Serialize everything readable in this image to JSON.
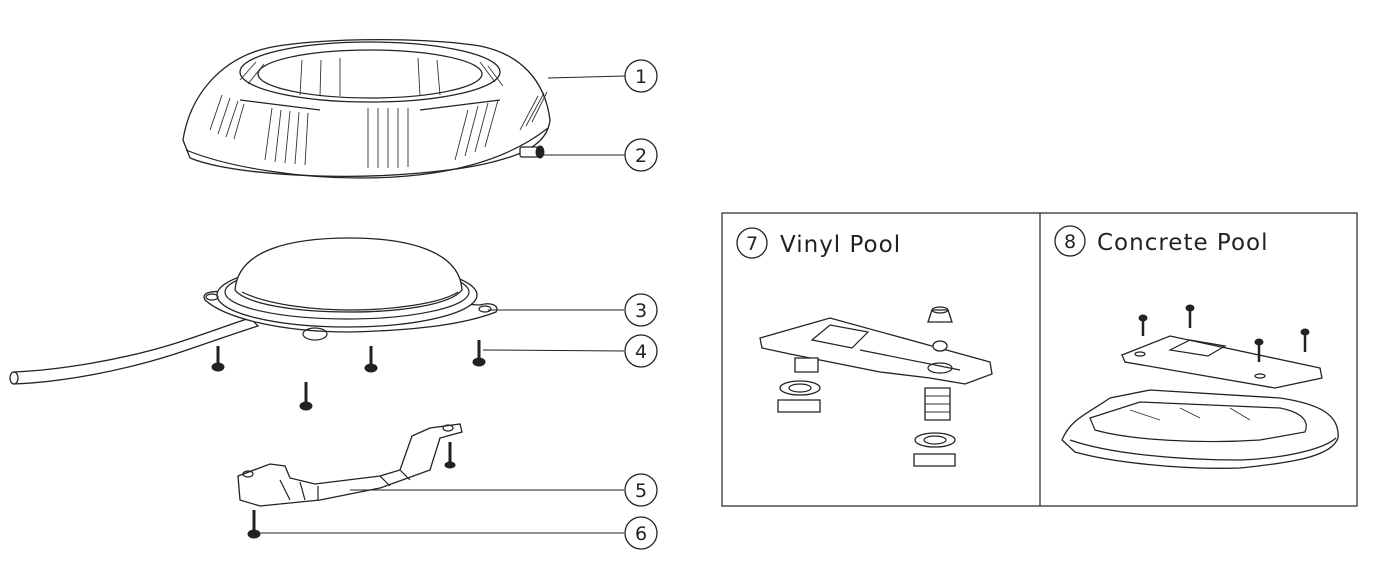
{
  "callouts": [
    {
      "id": "1",
      "part": "cover"
    },
    {
      "id": "2",
      "part": "cover-screw"
    },
    {
      "id": "3",
      "part": "lamp"
    },
    {
      "id": "4",
      "part": "lamp-screws"
    },
    {
      "id": "5",
      "part": "bracket"
    },
    {
      "id": "6",
      "part": "bracket-screw"
    }
  ],
  "panels": {
    "vinyl": {
      "number": "7",
      "title": "Vinyl Pool"
    },
    "concrete": {
      "number": "8",
      "title": "Concrete Pool"
    }
  },
  "colors": {
    "line": "#222222",
    "background": "#ffffff"
  }
}
